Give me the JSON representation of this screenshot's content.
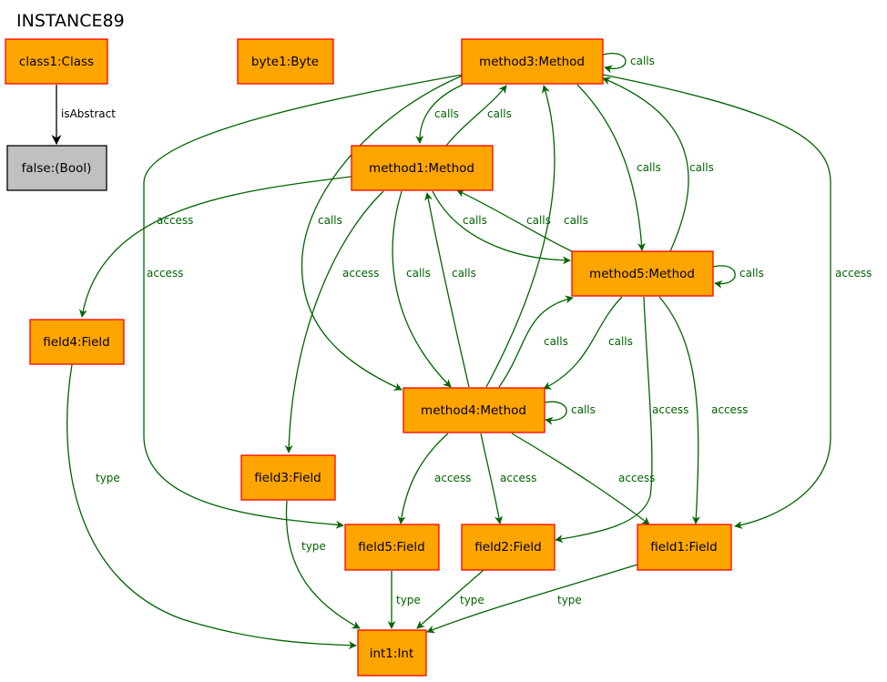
{
  "title": "INSTANCE89",
  "colors": {
    "object_fill": "#ffa500",
    "object_stroke": "#ff0000",
    "value_fill": "#c0c0c0",
    "value_stroke": "#000000",
    "association": "#006400",
    "attribute": "#000000"
  },
  "nodes": {
    "class1": {
      "label": "class1:Class"
    },
    "byte1": {
      "label": "byte1:Byte"
    },
    "false": {
      "label": "false:(Bool)"
    },
    "method3": {
      "label": "method3:Method"
    },
    "method1": {
      "label": "method1:Method"
    },
    "method5": {
      "label": "method5:Method"
    },
    "method4": {
      "label": "method4:Method"
    },
    "field4": {
      "label": "field4:Field"
    },
    "field3": {
      "label": "field3:Field"
    },
    "field5": {
      "label": "field5:Field"
    },
    "field2": {
      "label": "field2:Field"
    },
    "field1": {
      "label": "field1:Field"
    },
    "int1": {
      "label": "int1:Int"
    }
  },
  "edges": [
    {
      "from": "class1",
      "to": "false",
      "label": "isAbstract"
    },
    {
      "from": "method3",
      "to": "method3",
      "label": "calls"
    },
    {
      "from": "method3",
      "to": "method1",
      "label": "calls"
    },
    {
      "from": "method1",
      "to": "method3",
      "label": "calls"
    },
    {
      "from": "method3",
      "to": "method5",
      "label": "calls"
    },
    {
      "from": "method5",
      "to": "method3",
      "label": "calls"
    },
    {
      "from": "method1",
      "to": "method5",
      "label": "calls"
    },
    {
      "from": "method5",
      "to": "method1",
      "label": "calls"
    },
    {
      "from": "method4",
      "to": "method3",
      "label": "calls"
    },
    {
      "from": "method3",
      "to": "method4",
      "label": "calls"
    },
    {
      "from": "method1",
      "to": "field3",
      "label": "access"
    },
    {
      "from": "method1",
      "to": "method4",
      "label": "calls"
    },
    {
      "from": "method4",
      "to": "method1",
      "label": "calls"
    },
    {
      "from": "method1",
      "to": "field4",
      "label": "access"
    },
    {
      "from": "method3",
      "to": "field5",
      "label": "access"
    },
    {
      "from": "method3",
      "to": "field1",
      "label": "access"
    },
    {
      "from": "method5",
      "to": "method5",
      "label": "calls"
    },
    {
      "from": "method4",
      "to": "method5",
      "label": "calls"
    },
    {
      "from": "method5",
      "to": "method4",
      "label": "calls"
    },
    {
      "from": "method5",
      "to": "field2",
      "label": "access"
    },
    {
      "from": "method5",
      "to": "field1",
      "label": "access"
    },
    {
      "from": "method4",
      "to": "method4",
      "label": "calls"
    },
    {
      "from": "method4",
      "to": "field5",
      "label": "access"
    },
    {
      "from": "method4",
      "to": "field2",
      "label": "access"
    },
    {
      "from": "method4",
      "to": "field1",
      "label": "access"
    },
    {
      "from": "field4",
      "to": "int1",
      "label": "type"
    },
    {
      "from": "field3",
      "to": "int1",
      "label": "type"
    },
    {
      "from": "field5",
      "to": "int1",
      "label": "type"
    },
    {
      "from": "field2",
      "to": "int1",
      "label": "type"
    },
    {
      "from": "field1",
      "to": "int1",
      "label": "type"
    }
  ]
}
